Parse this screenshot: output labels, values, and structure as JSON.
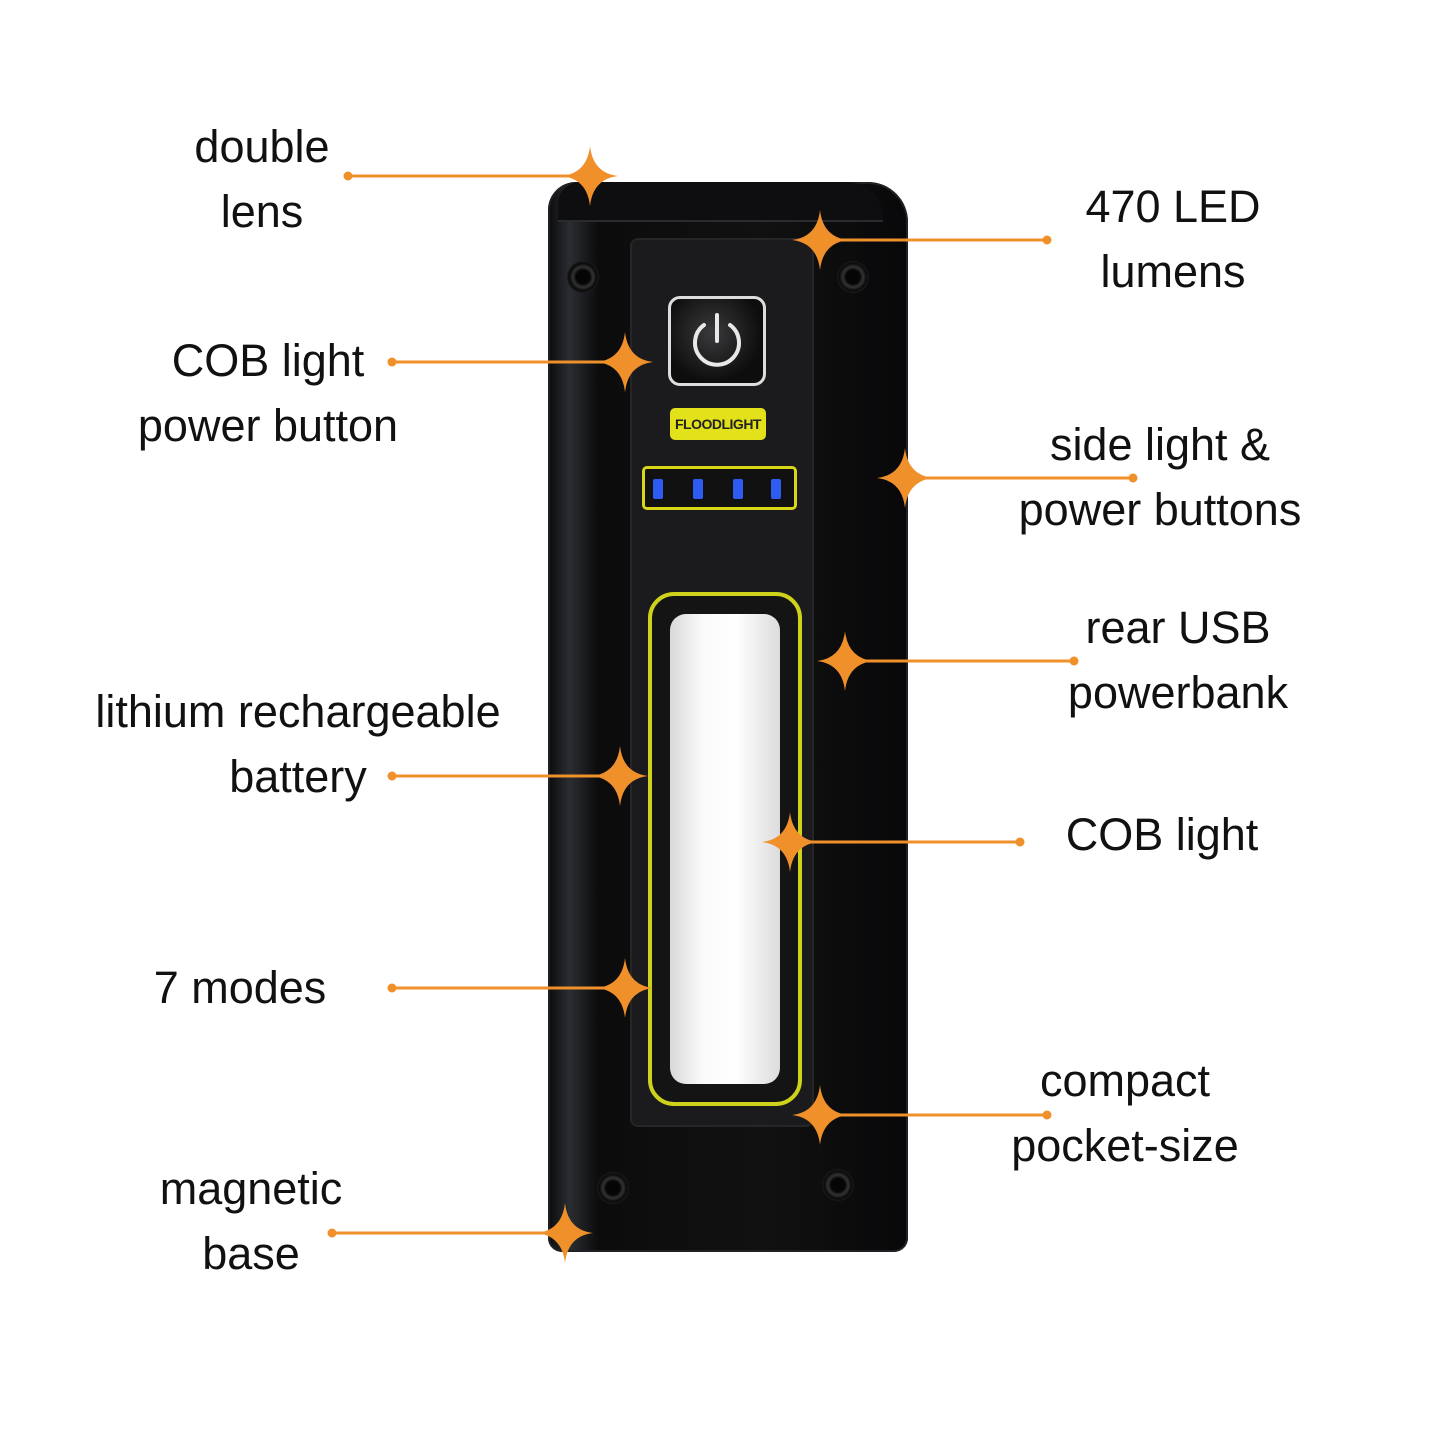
{
  "product": {
    "floodlight_label": "FLOODLIGHT",
    "battery_indicator_leds_lit": 4,
    "battery_indicator_leds_total": 4
  },
  "colors": {
    "accent": "#f0902a",
    "indicator_blue": "#2f5cf0",
    "label_yellow": "#e2e11a"
  },
  "callouts": {
    "left": [
      {
        "lines": [
          "double",
          "lens"
        ]
      },
      {
        "lines": [
          "COB light",
          "power button"
        ]
      },
      {
        "lines": [
          "lithium rechargeable",
          "battery"
        ]
      },
      {
        "lines": [
          "7 modes"
        ]
      },
      {
        "lines": [
          "magnetic",
          "base"
        ]
      }
    ],
    "right": [
      {
        "lines": [
          "470 LED",
          "lumens"
        ]
      },
      {
        "lines": [
          "side light &",
          "power buttons"
        ]
      },
      {
        "lines": [
          "rear USB",
          "powerbank"
        ]
      },
      {
        "lines": [
          "COB light"
        ]
      },
      {
        "lines": [
          "compact",
          "pocket-size"
        ]
      }
    ]
  }
}
